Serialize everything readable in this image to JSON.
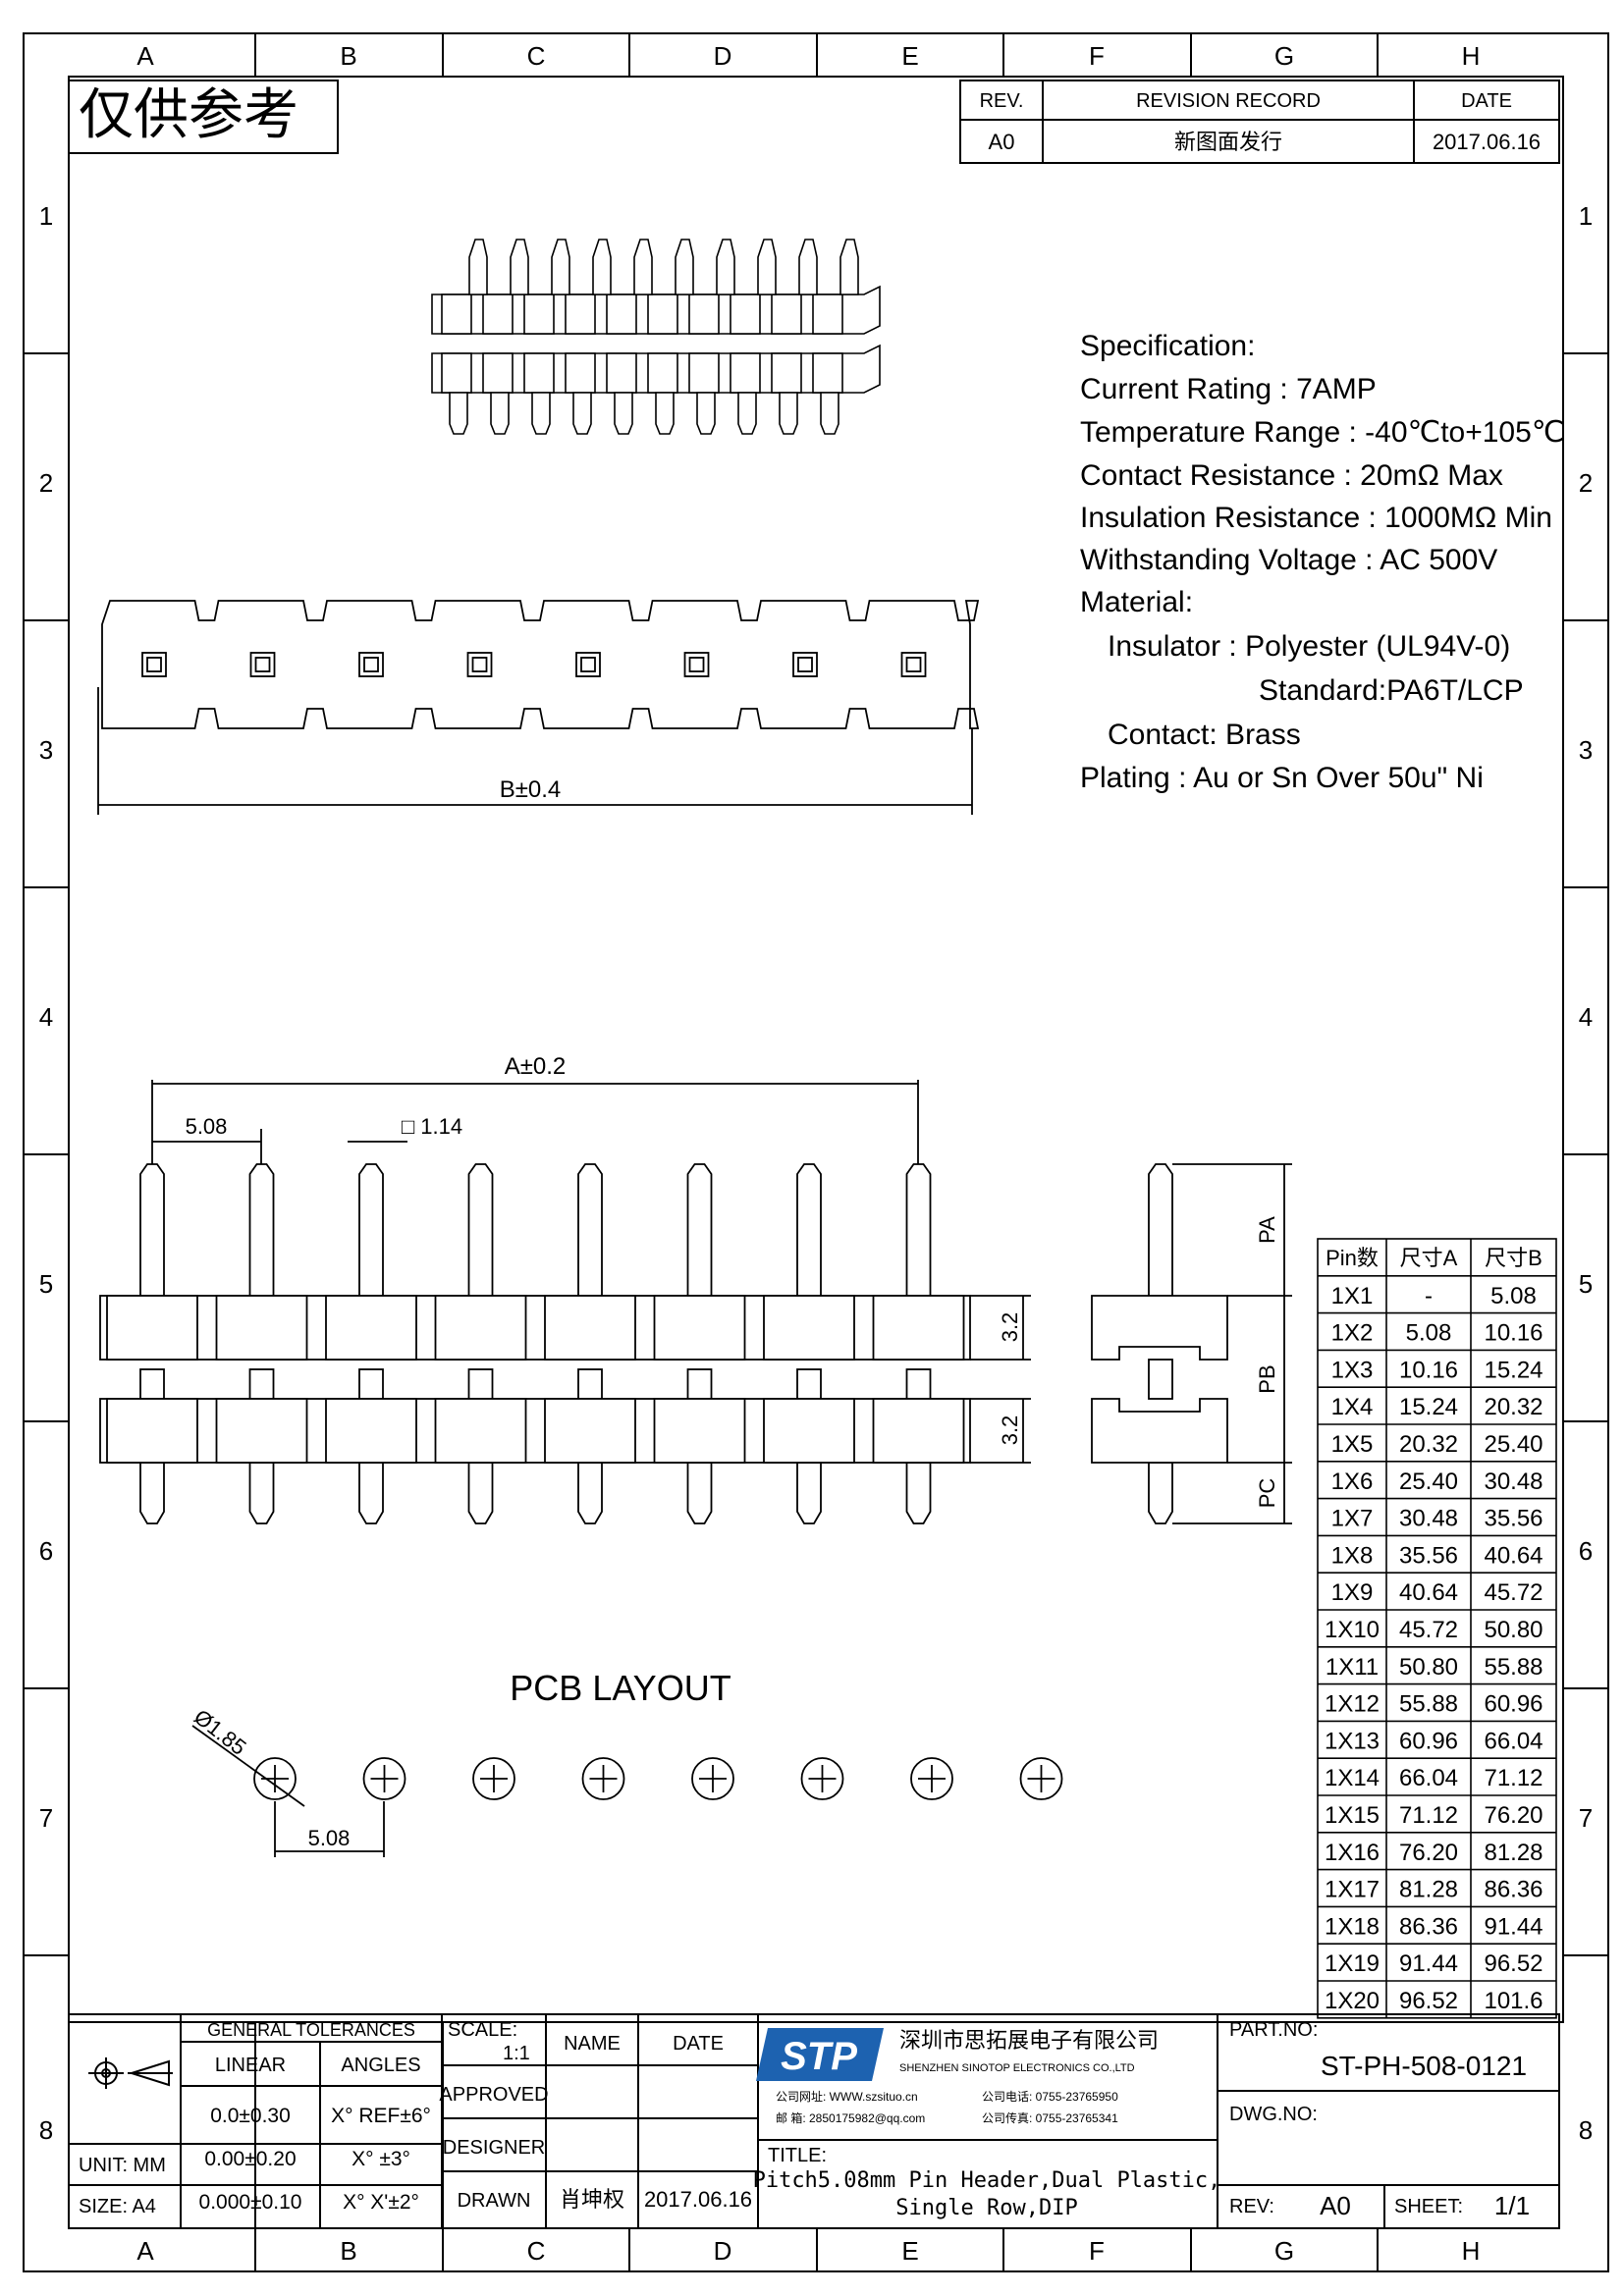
{
  "zones": {
    "columns": [
      "A",
      "B",
      "C",
      "D",
      "E",
      "F",
      "G",
      "H"
    ],
    "rows": [
      "1",
      "2",
      "3",
      "4",
      "5",
      "6",
      "7",
      "8"
    ]
  },
  "reference_stamp": "仅供参考",
  "revision": {
    "headers": [
      "REV.",
      "REVISION RECORD",
      "DATE"
    ],
    "row": [
      "A0",
      "新图面发行",
      "2017.06.16"
    ]
  },
  "specification": {
    "title": "Specification:",
    "lines": [
      "Current Rating : 7AMP",
      "Temperature Range : -40℃to+105℃",
      "Contact Resistance : 20mΩ Max",
      "Insulation Resistance : 1000MΩ Min",
      "Withstanding Voltage : AC 500V",
      "Material:",
      "Insulator : Polyester (UL94V-0)",
      "Standard:PA6T/LCP",
      "Contact: Brass",
      "Plating : Au or Sn Over 50u\" Ni"
    ]
  },
  "dimensions": {
    "b_dim": "B±0.4",
    "a_dim": "A±0.2",
    "pitch": "5.08",
    "pin_size": "□ 1.14",
    "height_top": "3.2",
    "height_bottom": "3.2",
    "pa": "PA",
    "pb": "PB",
    "pc": "PC",
    "hole_dia": "Ø1.85",
    "pcb_pitch": "5.08",
    "pcb_layout": "PCB LAYOUT"
  },
  "pin_table": {
    "headers": [
      "Pin数",
      "尺寸A",
      "尺寸B"
    ],
    "rows": [
      [
        "1X1",
        "-",
        "5.08"
      ],
      [
        "1X2",
        "5.08",
        "10.16"
      ],
      [
        "1X3",
        "10.16",
        "15.24"
      ],
      [
        "1X4",
        "15.24",
        "20.32"
      ],
      [
        "1X5",
        "20.32",
        "25.40"
      ],
      [
        "1X6",
        "25.40",
        "30.48"
      ],
      [
        "1X7",
        "30.48",
        "35.56"
      ],
      [
        "1X8",
        "35.56",
        "40.64"
      ],
      [
        "1X9",
        "40.64",
        "45.72"
      ],
      [
        "1X10",
        "45.72",
        "50.80"
      ],
      [
        "1X11",
        "50.80",
        "55.88"
      ],
      [
        "1X12",
        "55.88",
        "60.96"
      ],
      [
        "1X13",
        "60.96",
        "66.04"
      ],
      [
        "1X14",
        "66.04",
        "71.12"
      ],
      [
        "1X15",
        "71.12",
        "76.20"
      ],
      [
        "1X16",
        "76.20",
        "81.28"
      ],
      [
        "1X17",
        "81.28",
        "86.36"
      ],
      [
        "1X18",
        "86.36",
        "91.44"
      ],
      [
        "1X19",
        "91.44",
        "96.52"
      ],
      [
        "1X20",
        "96.52",
        "101.6"
      ]
    ]
  },
  "title_block": {
    "general_tolerances": "GENERAL TOLERANCES",
    "linear": "LINEAR",
    "angles": "ANGLES",
    "tol_rows": [
      [
        "0.0±0.30",
        "X° REF±6°"
      ],
      [
        "0.00±0.20",
        "X° ±3°"
      ],
      [
        "0.000±0.10",
        "X° X'±2°"
      ]
    ],
    "unit": "UNIT: MM",
    "size": "SIZE: A4",
    "scale_label": "SCALE:",
    "scale_value": "1:1",
    "name": "NAME",
    "date": "DATE",
    "approved": "APPROVED",
    "designer": "DESIGNER",
    "drawn": "DRAWN",
    "drawn_name": "肖坤权",
    "drawn_date": "2017.06.16",
    "company_logo": "STP",
    "company_cn": "深圳市思拓展电子有限公司",
    "company_en": "SHENZHEN SINOTOP ELECTRONICS CO.,LTD",
    "contact": [
      "公司网址: WWW.szsituo.cn",
      "公司电话: 0755-23765950",
      "邮    箱: 2850175982@qq.com",
      "公司传真: 0755-23765341"
    ],
    "title_label": "TITLE:",
    "title_line1": "Pitch5.08mm Pin Header,Dual Plastic,",
    "title_line2": "Single Row,DIP",
    "part_no_label": "PART.NO:",
    "part_no": "ST-PH-508-0121",
    "dwg_no_label": "DWG.NO:",
    "rev_label": "REV:",
    "rev_value": "A0",
    "sheet_label": "SHEET:",
    "sheet_value": "1/1"
  },
  "colors": {
    "line": "#000000",
    "logo": "#1d62b0"
  }
}
